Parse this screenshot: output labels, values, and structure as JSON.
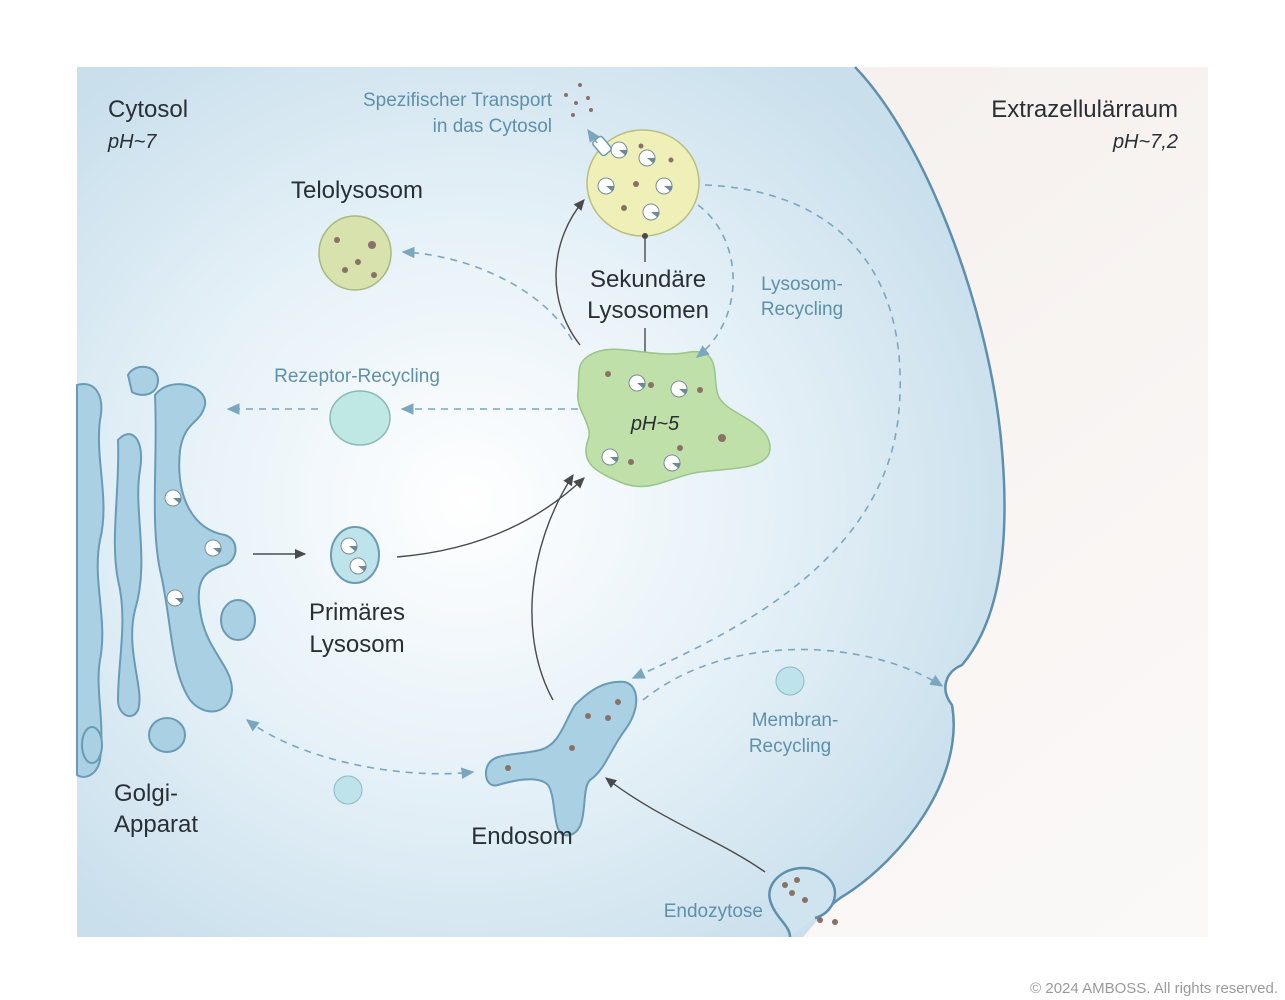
{
  "regions": {
    "cytosol": {
      "title": "Cytosol",
      "ph": "pH~7"
    },
    "extracellular": {
      "title": "Extrazellulärraum",
      "ph": "pH~7,2"
    }
  },
  "labels": {
    "telolysosom": "Telolysosom",
    "secondary_lysosomes_line1": "Sekundäre",
    "secondary_lysosomes_line2": "Lysosomen",
    "center_ph": "pH~5",
    "primary_lysosome_line1": "Primäres",
    "primary_lysosome_line2": "Lysosom",
    "endosom": "Endosom",
    "golgi_line1": "Golgi-",
    "golgi_line2": "Apparat"
  },
  "pathways": {
    "specific_transport_line1": "Spezifischer Transport",
    "specific_transport_line2": "in das Cytosol",
    "lysosome_recycling_line1": "Lysosom-",
    "lysosome_recycling_line2": "Recycling",
    "receptor_recycling": "Rezeptor-Recycling",
    "membrane_recycling_line1": "Membran-",
    "membrane_recycling_line2": "Recycling",
    "endocytosis": "Endozytose"
  },
  "copyright": "© 2024 AMBOSS. All rights reserved.",
  "colors": {
    "cytosol": "#d5e7f1",
    "extracellular": "#f6f1ee",
    "membrane": "#5e8fae",
    "golgi": "#a9d1e3",
    "primary_lysosome": "#bfe3ea",
    "receptor_vesicle": "#bfe8e3",
    "secondary_lysosome_top": "#eef0b8",
    "secondary_lysosome_center": "#bfe0a8",
    "telolysosome": "#d7e2ad",
    "dashed_arrow": "#7aa7bd",
    "solid_arrow": "#4a4a4a",
    "particle": "#8a7168"
  }
}
